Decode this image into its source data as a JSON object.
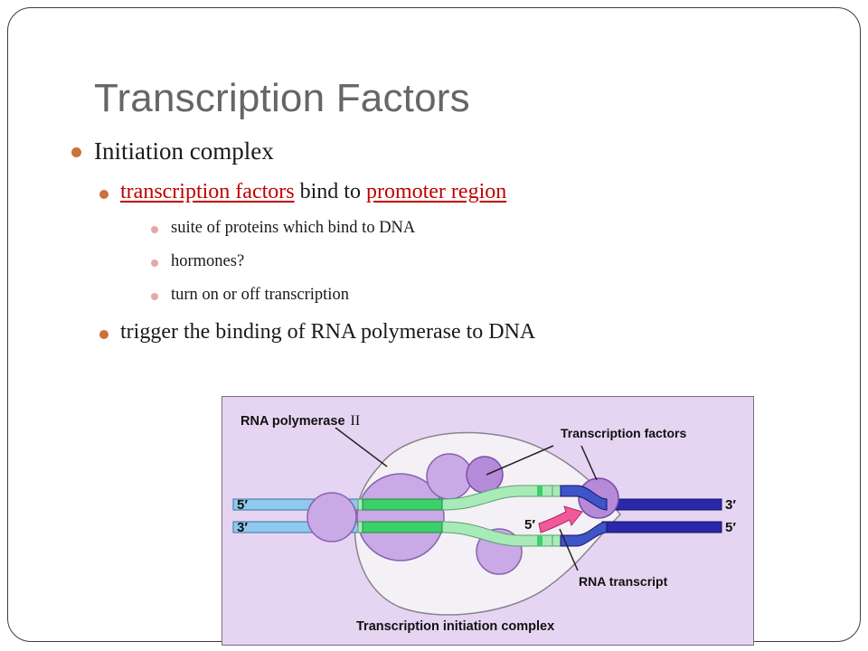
{
  "slide": {
    "title": "Transcription Factors",
    "bullets": {
      "initiation": "Initiation complex",
      "tf_link": "transcription factors",
      "tf_mid": " bind to ",
      "promoter_link": "promoter region",
      "sub1": "suite of proteins which bind to DNA",
      "sub2": "hormones?",
      "sub3": "turn on or off transcription",
      "trigger": "trigger the binding of RNA polymerase to DNA"
    }
  },
  "diagram": {
    "label_polymerase": "RNA polymerase",
    "label_polymerase_num": "II",
    "label_tf": "Transcription factors",
    "label_transcript": "RNA transcript",
    "label_caption": "Transcription initiation complex",
    "end_left_top": "5′",
    "end_left_bottom": "3′",
    "end_right_top": "3′",
    "end_right_bottom": "5′",
    "end_rna": "5′"
  },
  "colors": {
    "title": "#666666",
    "bullet_lvl1": "#c9723a",
    "bullet_lvl3": "#e5a8a8",
    "link": "#c00000",
    "diagram_bg": "#e5d5f2",
    "dna_light_blue": "#8ec9ee",
    "dna_dark_blue": "#2a28a8",
    "promoter_green": "#3ccf6a",
    "rna_pink": "#f05a9a"
  }
}
